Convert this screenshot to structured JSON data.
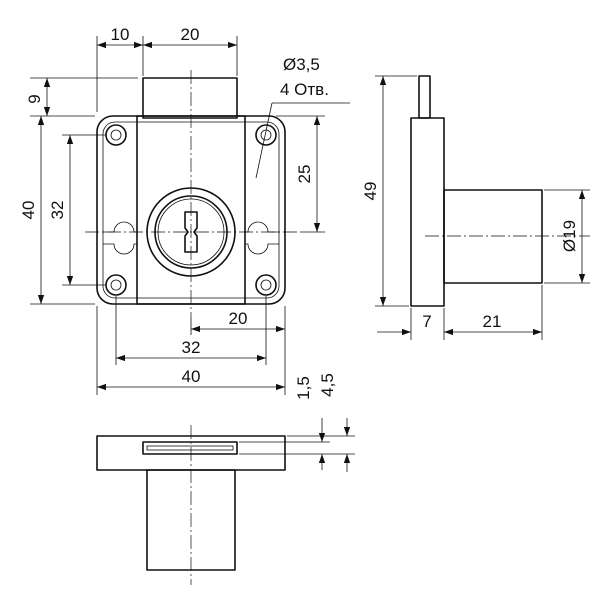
{
  "front_view": {
    "top_width_left": "10",
    "top_width_bolt": "20",
    "top_height": "9",
    "height_total": "40",
    "height_holes": "32",
    "hole_label_diameter": "Ø3,5",
    "hole_label_count": "4 Отв.",
    "bolt_offset": "25",
    "bottom_offset": "20",
    "bottom_holes": "32",
    "bottom_total": "40"
  },
  "side_view": {
    "height_total": "49",
    "cylinder_diameter": "Ø19",
    "plate_thickness": "7",
    "cylinder_length": "21"
  },
  "top_view": {
    "slot_dim_a": "1,5",
    "slot_dim_b": "4,5"
  }
}
